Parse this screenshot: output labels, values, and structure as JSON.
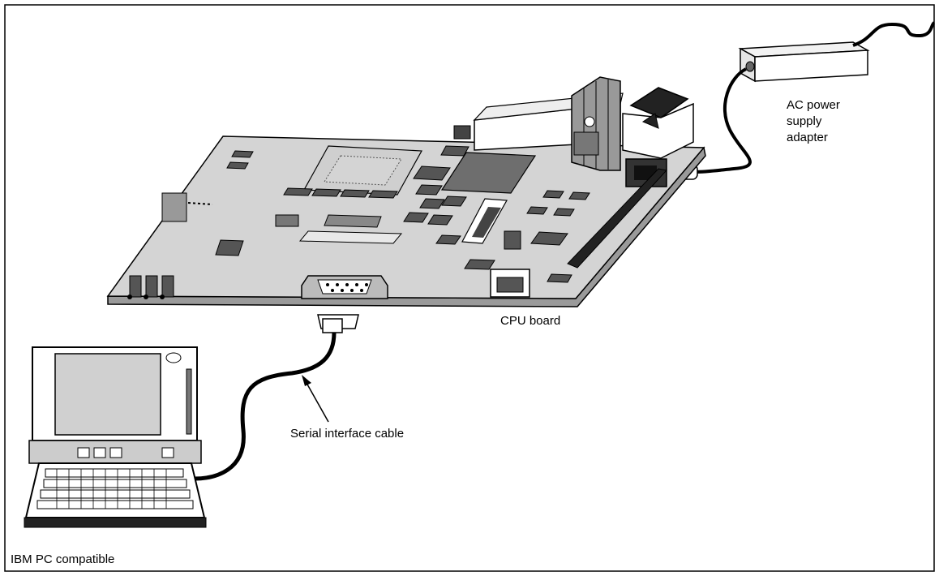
{
  "labels": {
    "power_line1": "AC power",
    "power_line2": "supply",
    "power_line3": "adapter",
    "cpu_board": "CPU board",
    "serial_cable": "Serial interface cable",
    "pc": "IBM PC compatible"
  },
  "colors": {
    "board_fill": "#d4d4d4",
    "chip_fill": "#6e6e6e",
    "chip_dark": "#333333",
    "line": "#000000",
    "background": "#ffffff"
  },
  "icons": [
    "cpu-board-illustration",
    "laptop-icon",
    "power-adapter-icon",
    "serial-connector-icon"
  ]
}
